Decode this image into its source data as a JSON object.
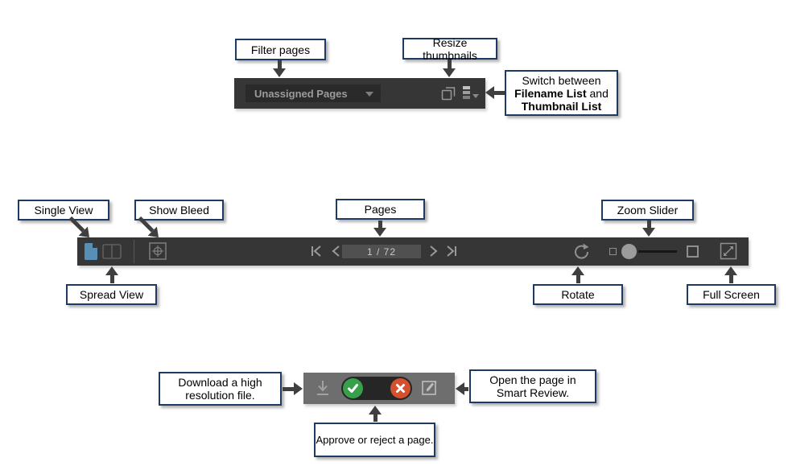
{
  "colors": {
    "toolbar_dark": "#363636",
    "toolbar_light": "#6e6e6e",
    "callout_border": "#1c3a63",
    "arrow": "#3f3f3f",
    "single_view_blue": "#5890b5",
    "approve_green": "#38a04b",
    "reject_red": "#d4512f",
    "pill_dark": "#262626"
  },
  "callouts": {
    "filter_pages": "Filter pages",
    "resize_thumbnails": "Resize thumbnails",
    "switch": {
      "line1": "Switch between",
      "bold1": "Filename List",
      "and": " and",
      "bold2": "Thumbnail List"
    },
    "single_view": "Single View",
    "show_bleed": "Show Bleed",
    "pages": "Pages",
    "zoom_slider": "Zoom Slider",
    "spread_view": "Spread View",
    "rotate": "Rotate",
    "full_screen": "Full Screen",
    "download_high_res": "Download a high resolution file.",
    "approve_reject": "Approve or reject a page.",
    "open_smart_review": "Open the page in Smart Review."
  },
  "pages_toolbar": {
    "filter_dropdown_value": "Unassigned Pages",
    "icons": [
      "resize-thumbnails-icon",
      "list-view-toggle-icon"
    ]
  },
  "viewer_toolbar": {
    "page_indicator": "1 / 72",
    "icons": [
      "single-view-icon",
      "spread-view-icon",
      "show-bleed-icon",
      "first-page-icon",
      "previous-page-icon",
      "next-page-icon",
      "last-page-icon",
      "rotate-icon",
      "zoom-out-square",
      "zoom-thumb",
      "zoom-in-square",
      "full-screen-icon"
    ]
  },
  "page_actions_toolbar": {
    "icons": [
      "download-icon",
      "approve-check-icon",
      "reject-x-icon",
      "smart-review-edit-icon"
    ]
  }
}
